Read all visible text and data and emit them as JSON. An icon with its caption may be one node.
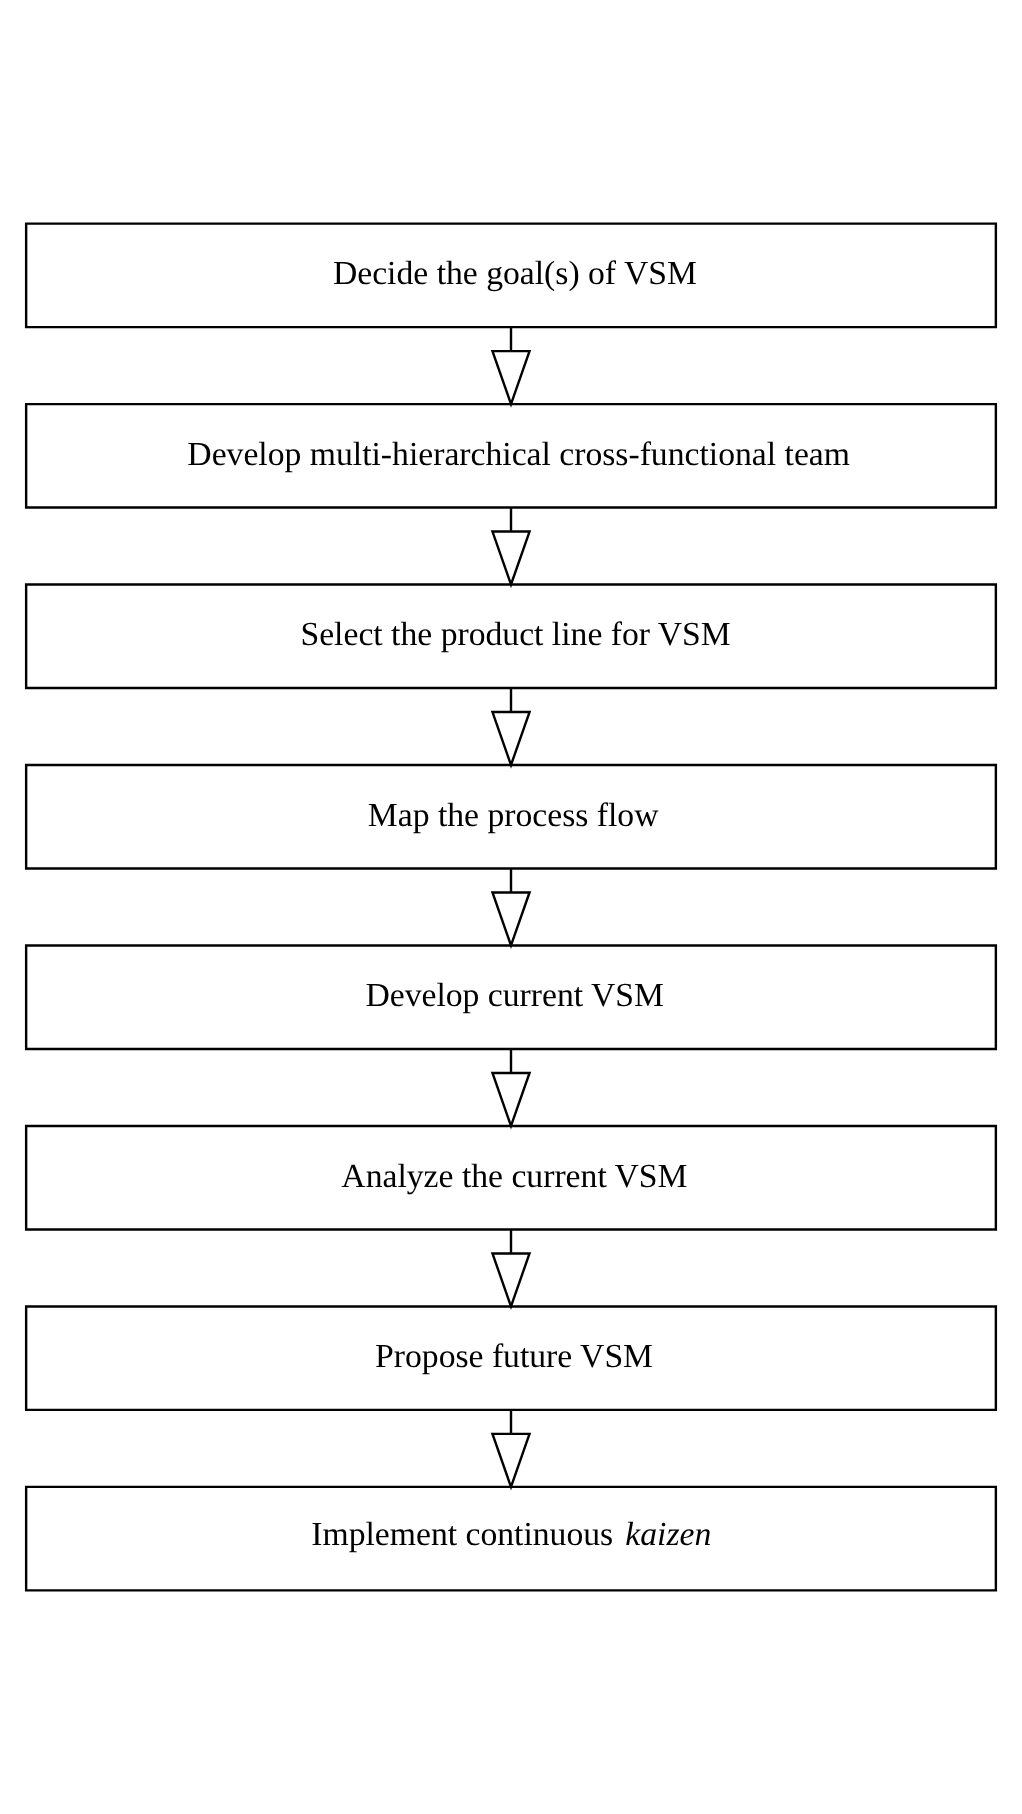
{
  "diagram": {
    "nodes": [
      {
        "text": [
          "Decide the goal(s) of VSM"
        ]
      },
      {
        "text": [
          "Develop multi-hierarchical cross-functional team"
        ]
      },
      {
        "text": [
          "Select the product line for VSM"
        ]
      },
      {
        "text": [
          "Map the process flow"
        ]
      },
      {
        "text": [
          "Develop current VSM"
        ]
      },
      {
        "text": [
          "Analyze the current VSM"
        ]
      },
      {
        "text": [
          "Propose future VSM"
        ]
      },
      {
        "text": [
          "Implement continuous *kaizen*"
        ]
      }
    ],
    "edges": [
      {
        "from": 0,
        "to": 1,
        "arrow": "to"
      },
      {
        "from": 1,
        "to": 2,
        "arrow": "to"
      },
      {
        "from": 2,
        "to": 3,
        "arrow": "to"
      },
      {
        "from": 3,
        "to": 4,
        "arrow": "to"
      },
      {
        "from": 4,
        "to": 5,
        "arrow": "to"
      },
      {
        "from": 5,
        "to": 6,
        "arrow": "to"
      },
      {
        "from": 6,
        "to": 7,
        "arrow": "to"
      }
    ]
  }
}
